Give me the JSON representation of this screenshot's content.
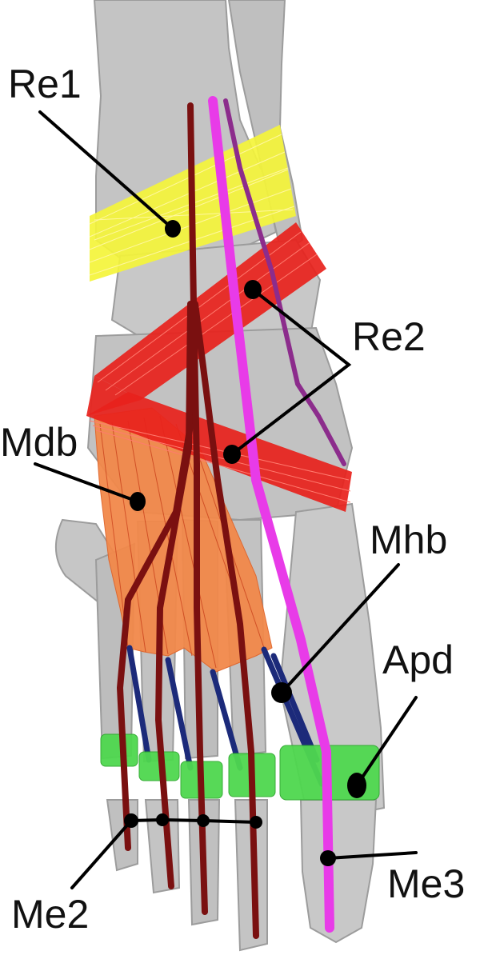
{
  "labels": {
    "re1": "Re1",
    "re2": "Re2",
    "mdb": "Mdb",
    "mhb": "Mhb",
    "apd": "Apd",
    "me2": "Me2",
    "me3": "Me3"
  },
  "colors": {
    "bone_light": "#c6c6c6",
    "bone_mid": "#a9a9a9",
    "bone_dark": "#8a8a8a",
    "retinaculum_1": "#f4f43a",
    "retinaculum_2": "#e8221c",
    "extensor_digitorum_brevis": "#f2894a",
    "extensor_tendon": "#7a1010",
    "hallucis_tendon": "#e83be8",
    "purple_tendon": "#8c2c8c",
    "brevis_tendon": "#1c2a7a",
    "aponeurosis": "#4fd84f",
    "marker": "#000000"
  }
}
